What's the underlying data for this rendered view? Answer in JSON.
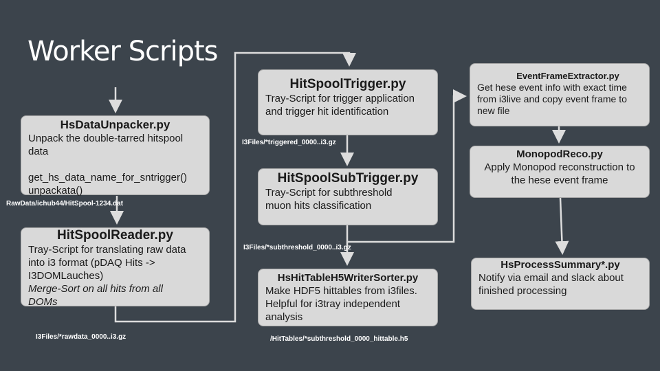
{
  "slide": {
    "title": "Worker Scripts"
  },
  "boxes": {
    "unpacker": {
      "title": "HsDataUnpacker.py",
      "lines": [
        "Unpack the double-tarred hitspool",
        "data",
        "",
        "get_hs_data_name_for_sntrigger()",
        "unpackata()"
      ]
    },
    "reader": {
      "title": "HitSpoolReader.py",
      "lines": [
        "Tray-Script for translating raw data",
        "into i3 format (pDAQ Hits ->",
        "I3DOMLauches)"
      ],
      "italic_lines": [
        "Merge-Sort on all hits from all",
        "DOMs"
      ]
    },
    "trigger": {
      "title": "HitSpoolTrigger.py",
      "lines": [
        "Tray-Script for trigger application",
        "and trigger hit identification"
      ]
    },
    "subtrigger": {
      "title": "HitSpoolSubTrigger.py",
      "lines": [
        "Tray-Script for subthreshold",
        "muon hits classification"
      ]
    },
    "writer": {
      "title": "HsHitTableH5WriterSorter.py",
      "lines": [
        "Make HDF5 hittables from i3files.",
        "Helpful for i3tray independent",
        "analysis"
      ]
    },
    "extractor": {
      "title": "EventFrameExtractor.py",
      "lines": [
        "Get hese event info with exact time",
        "from i3live and copy event frame to",
        "new file"
      ]
    },
    "monopod": {
      "title": "MonopodReco.py",
      "lines": [
        "Apply Monopod reconstruction to",
        "the hese event frame"
      ]
    },
    "summary": {
      "title": "HsProcessSummary*.py",
      "lines": [
        "Notify via email and slack about",
        "finished processing"
      ]
    }
  },
  "file_labels": {
    "raw_tar": "RawData/ichub44/HitSpool-1234.dat",
    "rawdata_i3": "I3Files/*rawdata_0000..i3.gz",
    "triggered_i3": "I3Files/*triggered_0000..i3.gz",
    "subthreshold_i3": "I3Files/*subthreshold_0000..i3.gz",
    "hittable_h5": "/HitTables/*subthreshold_0000_hittable.h5"
  },
  "colors": {
    "background": "#3c444c",
    "box_fill": "#d9d9d9",
    "arrow": "#dddddd",
    "text_light": "#ffffff"
  }
}
